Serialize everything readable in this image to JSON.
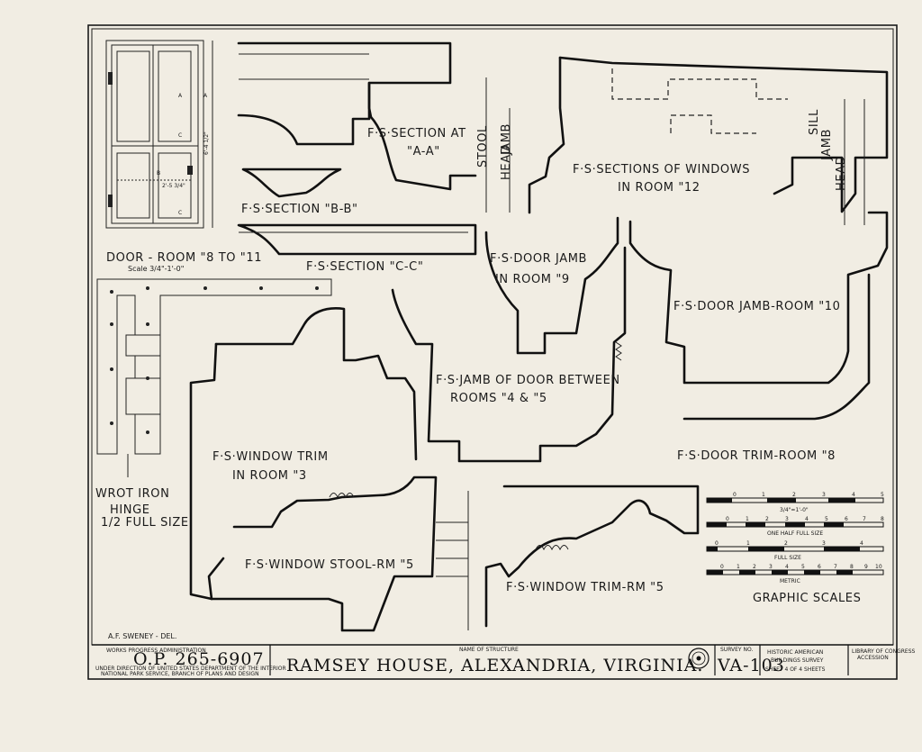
{
  "sheet": {
    "labels": {
      "door_caption": "DOOR - ROOM \"8 TO \"11",
      "door_scale": "Scale 3/4\"-1'-0\"",
      "section_aa": "F·S·SECTION AT",
      "section_aa_2": "\"A-A\"",
      "section_bb": "F·S·SECTION \"B-B\"",
      "section_cc": "F·S·SECTION \"C-C\"",
      "windows_sections": "F·S·SECTIONS OF WINDOWS",
      "windows_sections_2": "IN ROOM \"12",
      "door_jamb_9": "F·S·DOOR JAMB",
      "door_jamb_9_2": "IN ROOM \"9",
      "door_jamb_10": "F·S·DOOR JAMB-ROOM \"10",
      "jamb_between": "F·S·JAMB OF DOOR BETWEEN",
      "jamb_between_2": "ROOMS \"4 & \"5",
      "window_trim_3": "F·S·WINDOW TRIM",
      "window_trim_3_2": "IN ROOM \"3",
      "door_trim_8": "F·S·DOOR TRIM-ROOM \"8",
      "window_stool_5": "F·S·WINDOW STOOL-RM \"5",
      "window_trim_5": "F·S·WINDOW TRIM-RM \"5",
      "hinge": "WROT IRON",
      "hinge_2": "HINGE",
      "hinge_3": "1/2 FULL SIZE",
      "stool": "STOOL",
      "jamb": "JAMB",
      "head": "HEAD",
      "sill": "SILL",
      "jamb_r": "JAMB",
      "head_r": "HEAD",
      "dim_height": "6'-4 1/2\"",
      "dim_width": "2'-5 3/4\"",
      "mark_a": "A",
      "mark_b": "B",
      "mark_c": "C",
      "delineator": "A.F. SWENEY - DEL."
    },
    "scales": {
      "title": "GRAPHIC SCALES",
      "scale1_label": "3/4\"=1'-0\"",
      "scale2_label": "ONE HALF FULL SIZE",
      "scale3_label": "FULL SIZE",
      "scale4_label": "METRIC",
      "scale1_ticks": [
        "0",
        "1",
        "2",
        "3",
        "4",
        "5"
      ],
      "scale2_ticks": [
        "0",
        "1",
        "2",
        "3",
        "4",
        "5",
        "6",
        "7",
        "8"
      ],
      "scale3_ticks": [
        "0",
        "1",
        "2",
        "3",
        "4"
      ],
      "scale4_ticks": [
        "0",
        "1",
        "2",
        "3",
        "4",
        "5",
        "6",
        "7",
        "8",
        "9",
        "10"
      ]
    },
    "title_block": {
      "agency_1": "WORKS PROGRESS ADMINISTRATION",
      "op_number": "O.P. 265-6907",
      "agency_2": "UNDER DIRECTION OF UNITED STATES DEPARTMENT OF THE INTERIOR",
      "agency_3": "NATIONAL PARK SERVICE, BRANCH OF PLANS AND DESIGN",
      "name_caption": "NAME OF STRUCTURE",
      "structure_name": "RAMSEY HOUSE, ALEXANDRIA, VIRGINIA.",
      "survey_caption": "SURVEY NO.",
      "survey_number": "VA-103",
      "habs_1": "HISTORIC AMERICAN",
      "habs_2": "BUILDINGS SURVEY",
      "sheet_text": "SHEET 4 OF 4 SHEETS",
      "library_1": "LIBRARY OF CONGRESS",
      "library_2": "ACCESSION"
    }
  }
}
